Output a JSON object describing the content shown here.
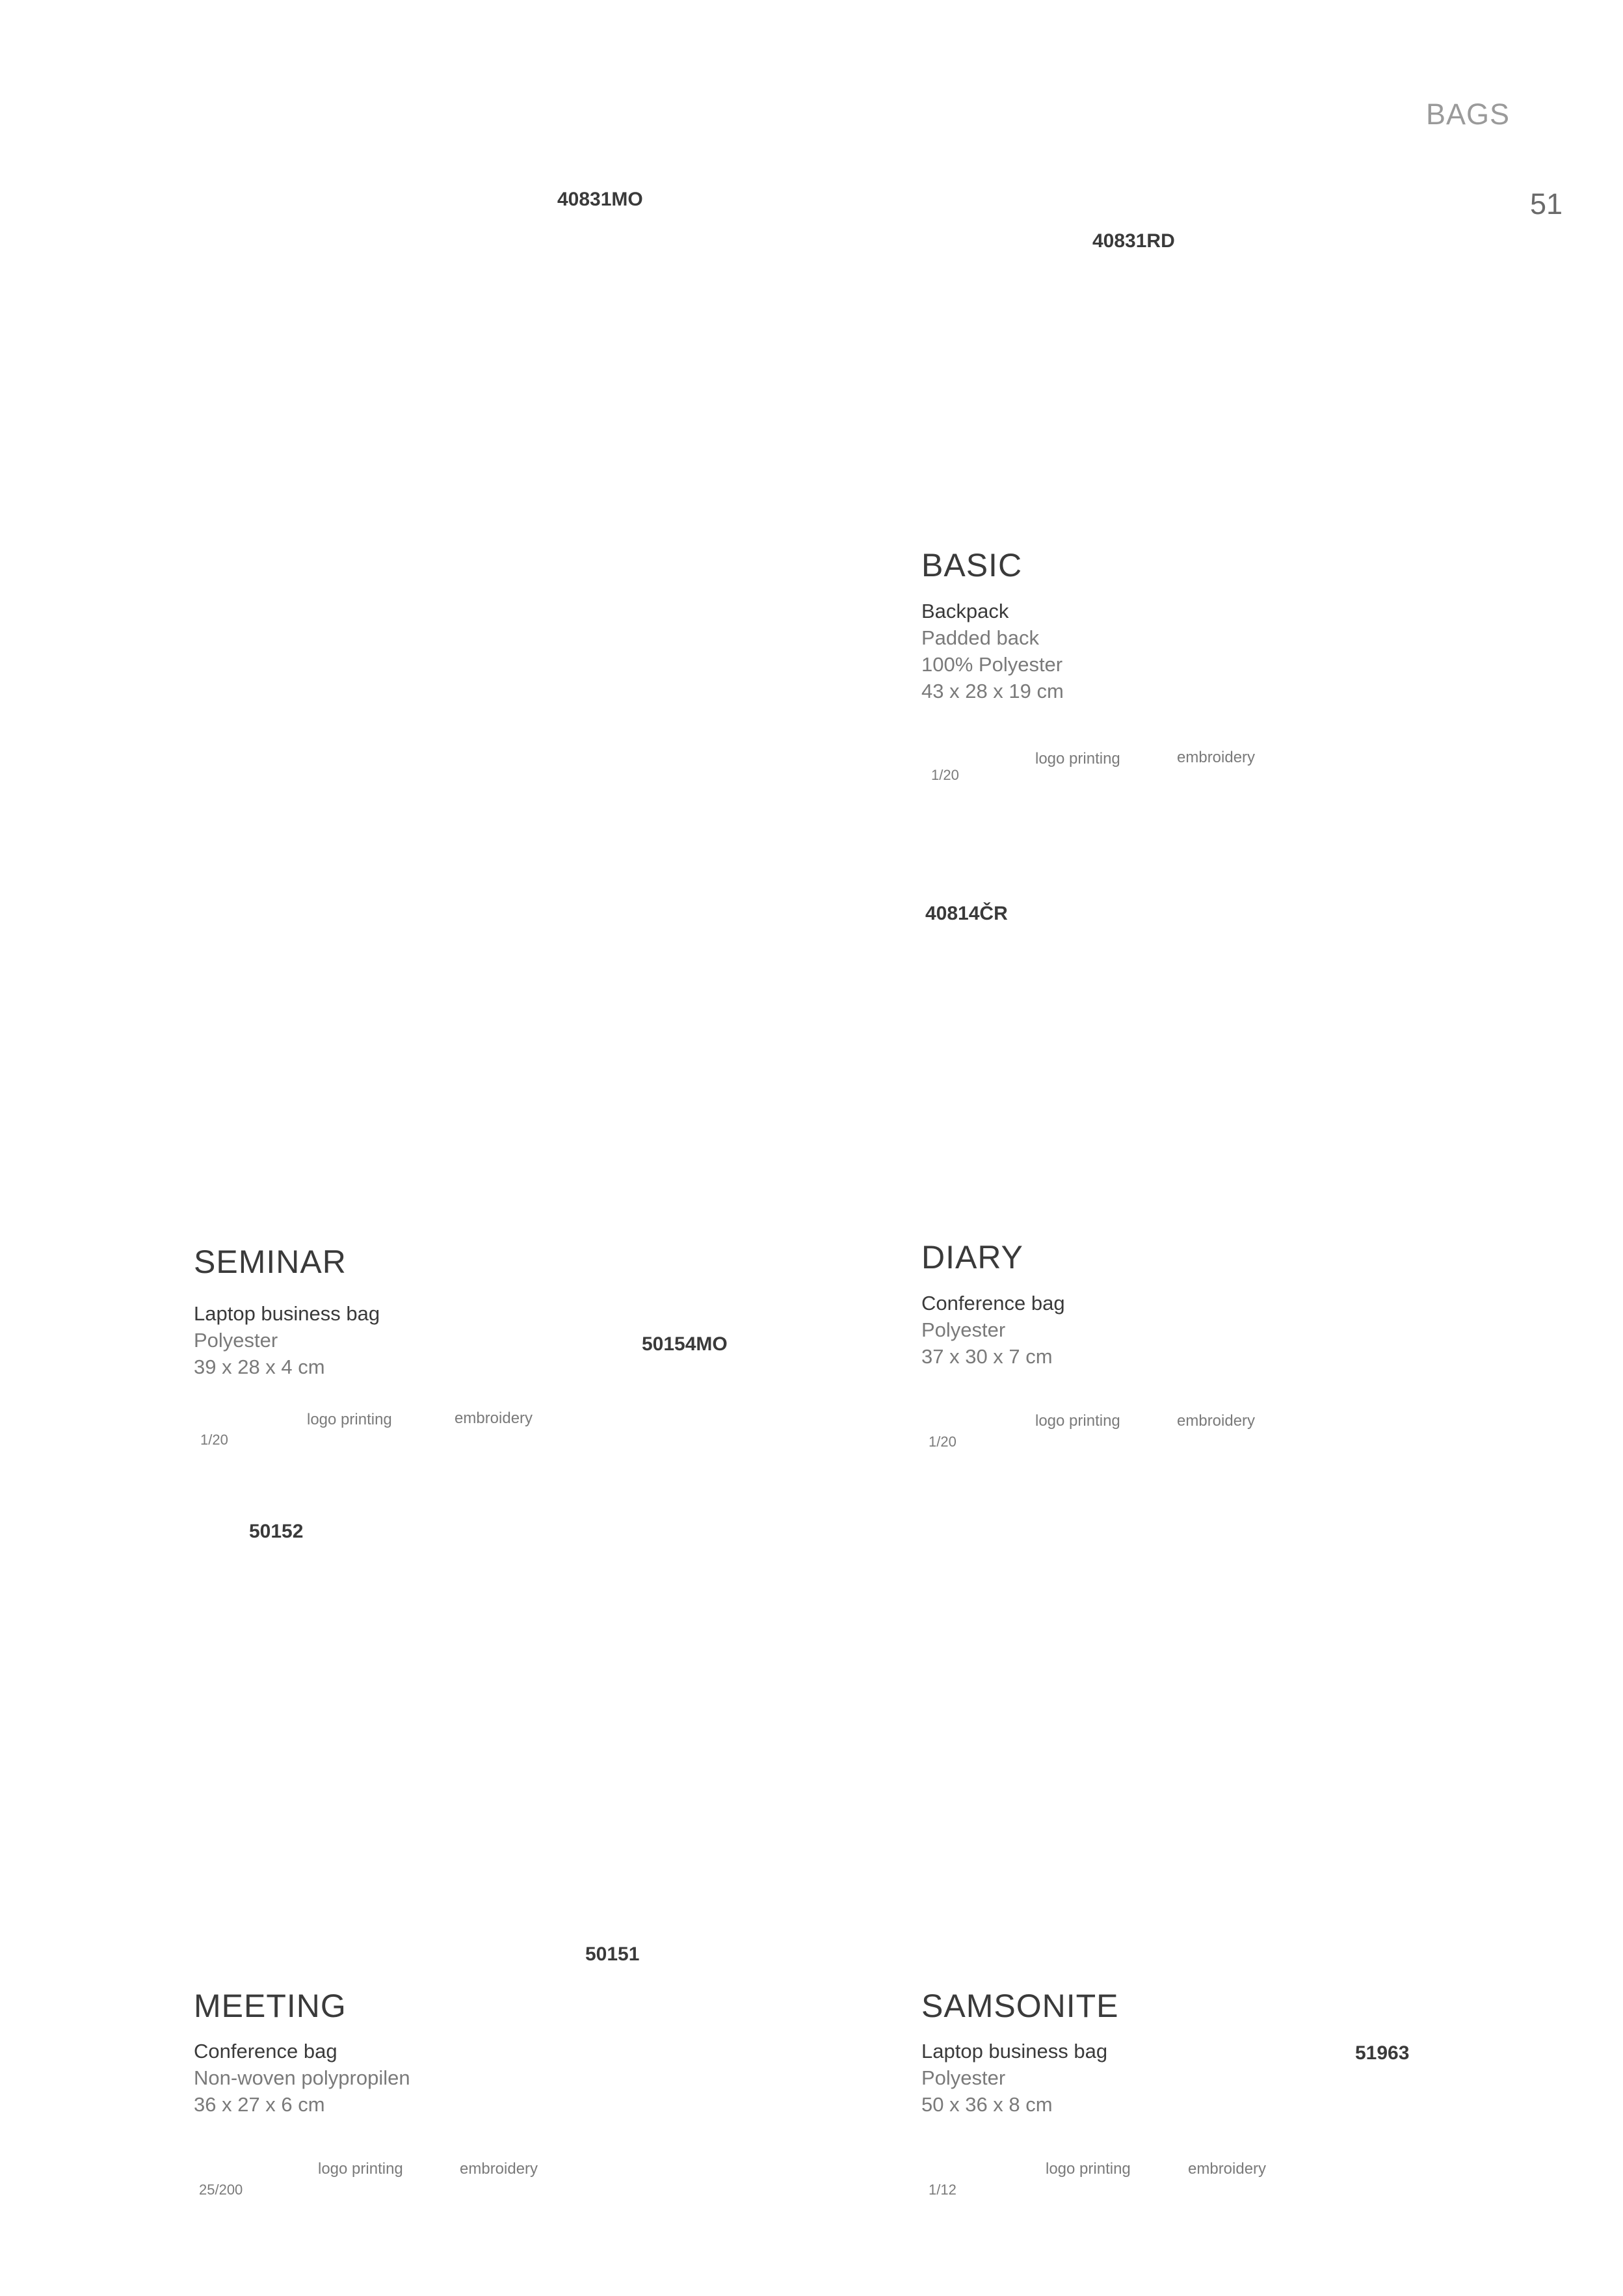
{
  "header": {
    "section": "BAGS",
    "page_number": "51"
  },
  "codes": {
    "c40831mo": "40831MO",
    "c40831rd": "40831RD",
    "c40814cr": "40814ČR",
    "c50154mo": "50154MO",
    "c50152": "50152",
    "c50151": "50151",
    "c51963": "51963"
  },
  "products": {
    "basic": {
      "name": "BASIC",
      "type": "Backpack",
      "details": [
        "Padded back",
        "100% Polyester",
        "43 x 28 x 19 cm"
      ],
      "print1": "logo printing",
      "print2": "embroidery",
      "pack": "1/20"
    },
    "seminar": {
      "name": "SEMINAR",
      "type": "Laptop business bag",
      "details": [
        "Polyester",
        "39 x 28 x 4 cm"
      ],
      "print1": "logo printing",
      "print2": "embroidery",
      "pack": "1/20"
    },
    "diary": {
      "name": "DIARY",
      "type": "Conference bag",
      "details": [
        "Polyester",
        "37 x 30 x 7 cm"
      ],
      "print1": "logo printing",
      "print2": "embroidery",
      "pack": "1/20"
    },
    "meeting": {
      "name": "MEETING",
      "type": "Conference bag",
      "details": [
        "Non-woven polypropilen",
        "36 x 27 x 6 cm"
      ],
      "print1": "logo printing",
      "print2": "embroidery",
      "pack": "25/200"
    },
    "samsonite": {
      "name": "SAMSONITE",
      "type": "Laptop business bag",
      "details": [
        "Polyester",
        "50 x 36 x 8 cm"
      ],
      "print1": "logo printing",
      "print2": "embroidery",
      "pack": "1/12"
    }
  }
}
